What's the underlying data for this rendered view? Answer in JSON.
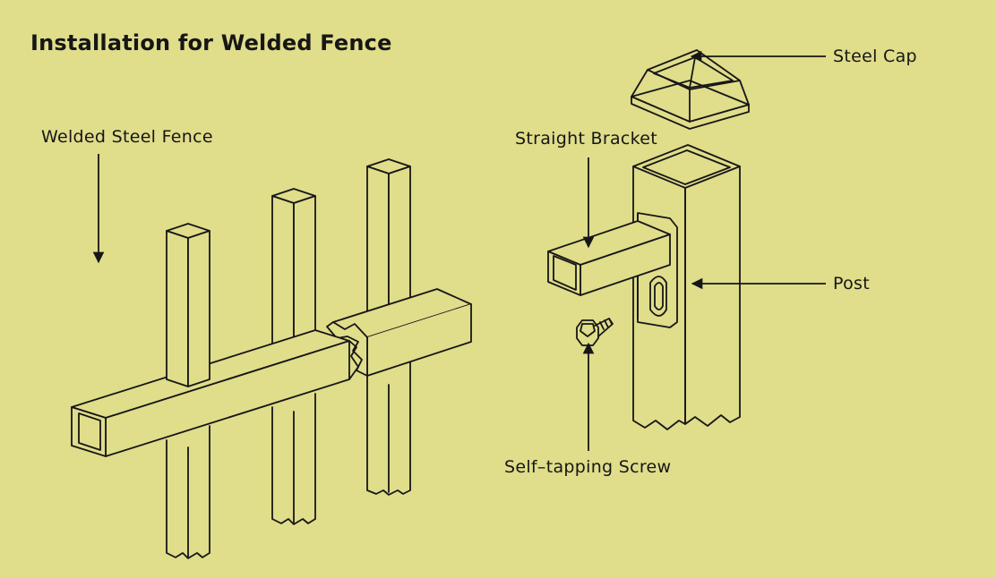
{
  "title": "Installation for Welded Fence",
  "labels": {
    "welded_steel_fence": "Welded Steel Fence",
    "straight_bracket": "Straight Bracket",
    "steel_cap": "Steel Cap",
    "post": "Post",
    "self_tapping_screw": "Self–tapping Screw"
  },
  "colors": {
    "background": "#E0DD8B",
    "line": "#161616"
  }
}
